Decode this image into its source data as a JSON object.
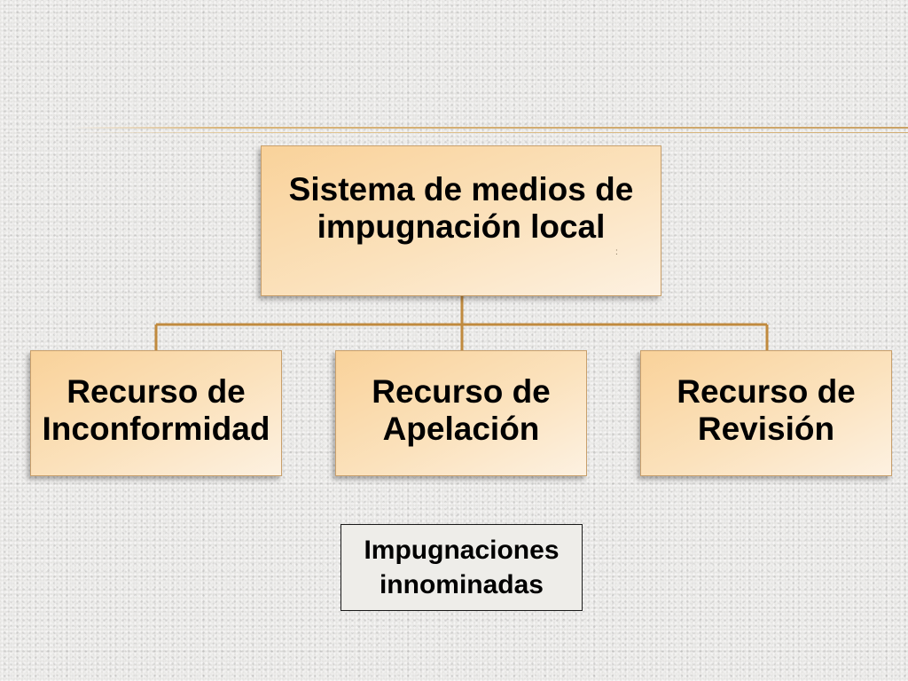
{
  "diagram": {
    "root": {
      "label_lines": [
        "Sistema de medios de",
        "impugnación local"
      ],
      "mark": ":"
    },
    "children": [
      {
        "label_lines": [
          "Recurso de",
          "Inconformidad"
        ]
      },
      {
        "label_lines": [
          "Recurso de",
          "Apelación"
        ]
      },
      {
        "label_lines": [
          "Recurso de",
          "Revisión"
        ]
      }
    ],
    "connector_color": "#c08a3e",
    "node_fill": "#fbe2bd",
    "node_border": "#c89f6b"
  },
  "note": {
    "label_lines": [
      "Impugnaciones",
      "innominadas"
    ]
  }
}
